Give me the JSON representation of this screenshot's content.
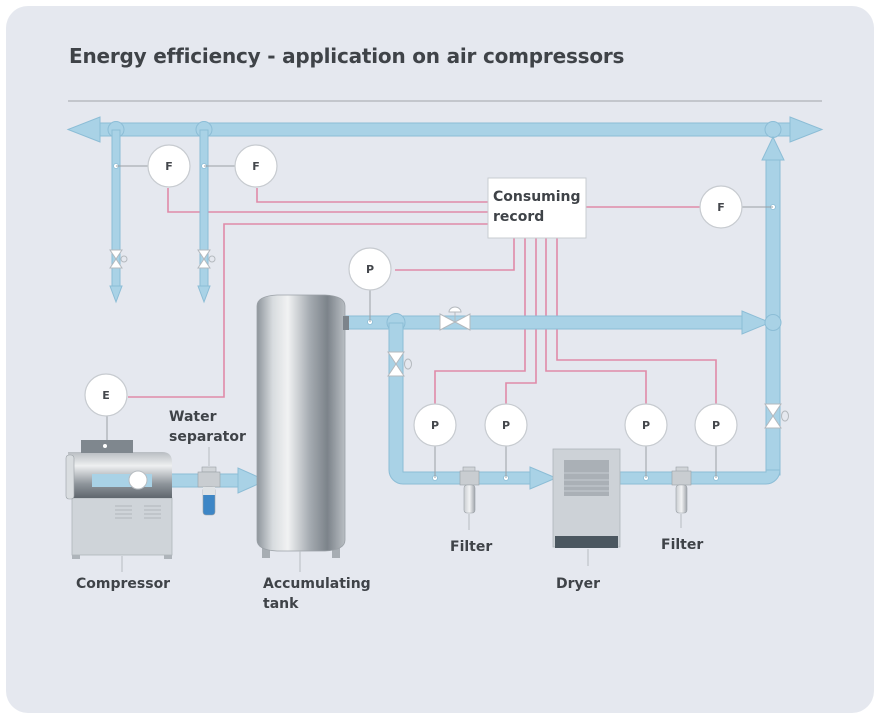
{
  "title": "Energy efficiency - application on air compressors",
  "colors": {
    "background": "#e5e8ef",
    "pipe": "#a9d2e6",
    "pipe_stroke": "#8cbdd6",
    "signal_line": "#e08aa8",
    "title_text": "#3f4348"
  },
  "consuming_record": {
    "line1": "Consuming",
    "line2": "record"
  },
  "meters": {
    "flow_1": "F",
    "flow_2": "F",
    "flow_3": "F",
    "pressure_tank": "P",
    "pressure_1": "P",
    "pressure_2": "P",
    "pressure_3": "P",
    "pressure_4": "P",
    "energy": "E"
  },
  "labels": {
    "water_separator_1": "Water",
    "water_separator_2": "separator",
    "compressor": "Compressor",
    "tank_1": "Accumulating",
    "tank_2": "tank",
    "filter_1": "Filter",
    "filter_2": "Filter",
    "dryer": "Dryer"
  }
}
